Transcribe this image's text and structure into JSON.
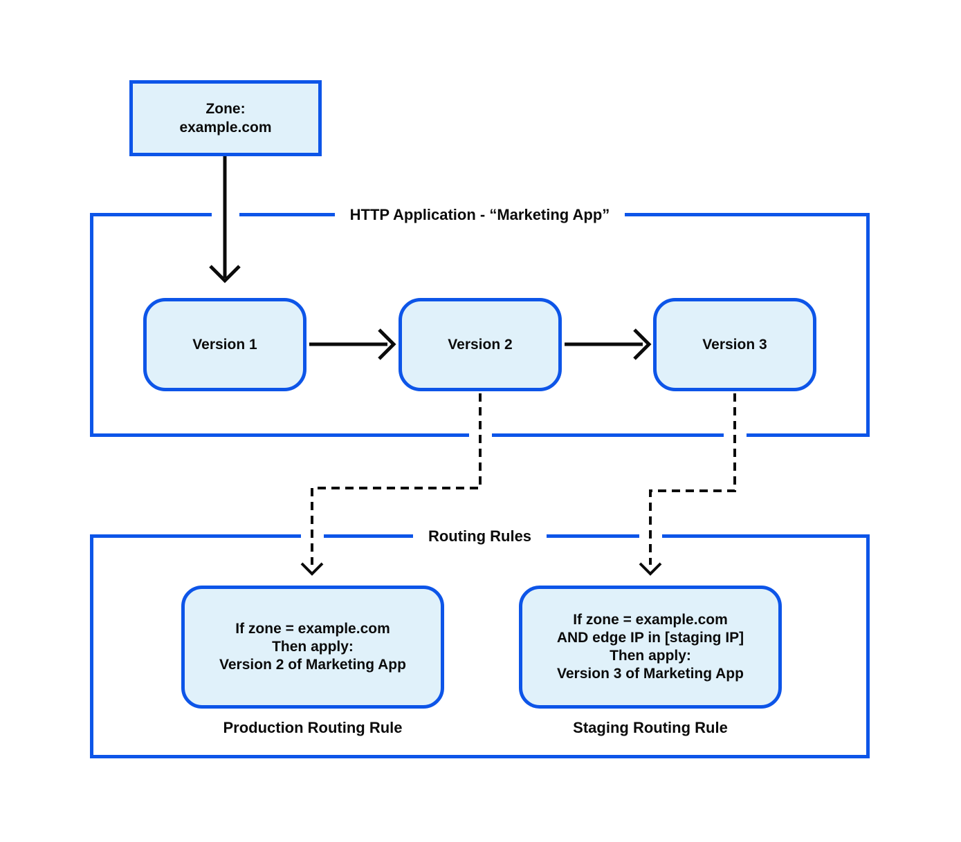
{
  "colors": {
    "accent_blue": "#0D55E8",
    "node_fill": "#E0F1FA",
    "line_black": "#0B0B0B",
    "background": "#FFFFFF"
  },
  "zone_box": {
    "line1": "Zone:",
    "line2": "example.com"
  },
  "http_application": {
    "title": "HTTP Application - “Marketing App”",
    "versions": [
      {
        "label": "Version 1"
      },
      {
        "label": "Version 2"
      },
      {
        "label": "Version 3"
      }
    ]
  },
  "routing_rules": {
    "title": "Routing Rules",
    "rules": [
      {
        "lines": [
          "If zone = example.com",
          "Then apply:",
          "Version 2 of Marketing App"
        ],
        "caption": "Production Routing Rule"
      },
      {
        "lines": [
          "If zone = example.com",
          "AND edge IP in [staging IP]",
          "Then apply:",
          "Version 3 of Marketing App"
        ],
        "caption": "Staging Routing Rule"
      }
    ]
  }
}
